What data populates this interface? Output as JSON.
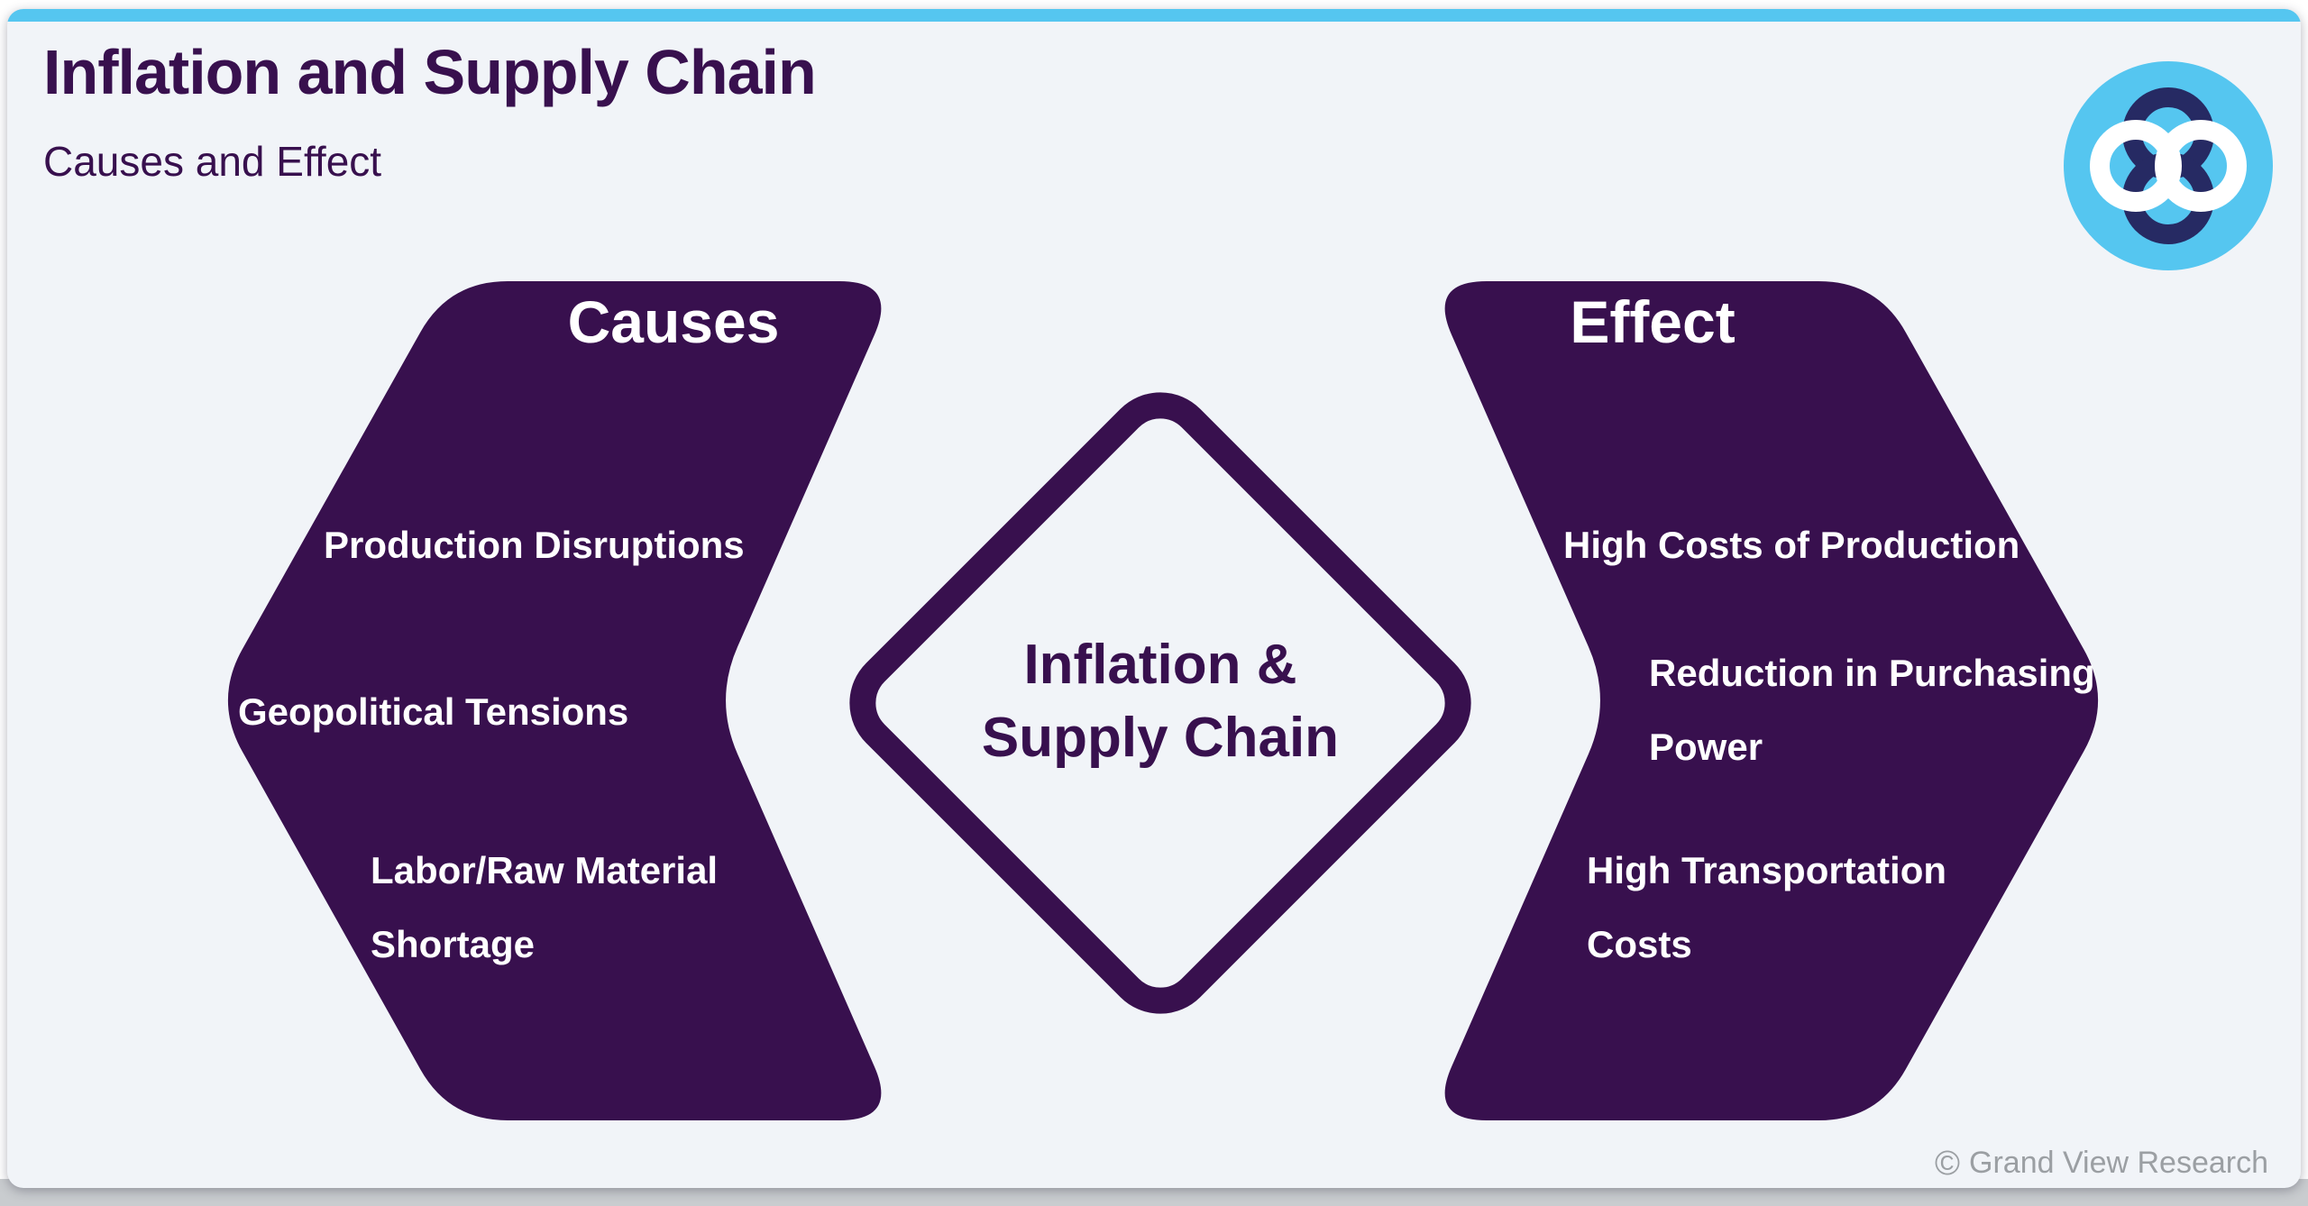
{
  "page": {
    "title": "Inflation and Supply Chain",
    "subtitle": "Causes and Effect"
  },
  "diagram": {
    "causes": {
      "title": "Causes",
      "items": [
        "Production Disruptions",
        "Geopolitical Tensions",
        "Labor/Raw Material Shortage"
      ]
    },
    "center": {
      "line1": "Inflation &",
      "line2": "Supply Chain"
    },
    "effect": {
      "title": "Effect",
      "items": [
        "High Costs of Production",
        "Reduction in Purchasing Power",
        "High Transportation Costs"
      ]
    }
  },
  "footer": {
    "copyright": "©",
    "credit": "Grand View Research"
  },
  "colors": {
    "purple": "#38104e",
    "light_blue": "#55c6f0",
    "card_bg": "#f1f4f8",
    "logo_navy": "#262a63",
    "credit_gray": "#9b9fa3"
  }
}
